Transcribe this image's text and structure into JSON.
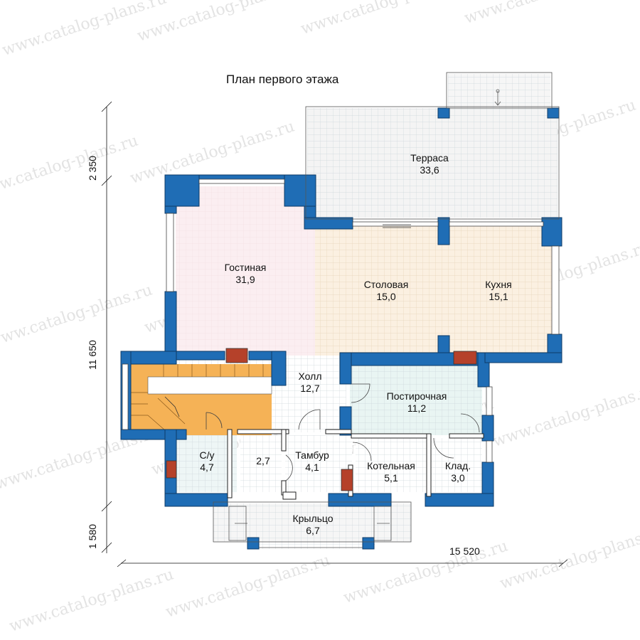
{
  "title": "План первого этажа",
  "watermark_text": "www.catalog-plans.ru",
  "rooms": [
    {
      "id": "terrace",
      "name": "Терраса",
      "area": "33,6"
    },
    {
      "id": "living",
      "name": "Гостиная",
      "area": "31,9"
    },
    {
      "id": "dining",
      "name": "Столовая",
      "area": "15,0"
    },
    {
      "id": "kitchen",
      "name": "Кухня",
      "area": "15,1"
    },
    {
      "id": "hall",
      "name": "Холл",
      "area": "12,7"
    },
    {
      "id": "laundry",
      "name": "Постирочная",
      "area": "11,2"
    },
    {
      "id": "bathroom",
      "name": "С/у",
      "area": "4,7"
    },
    {
      "id": "small_room",
      "name": "",
      "area": "2,7"
    },
    {
      "id": "vestibule",
      "name": "Тамбур",
      "area": "4,1"
    },
    {
      "id": "boiler",
      "name": "Котельная",
      "area": "5,1"
    },
    {
      "id": "storage",
      "name": "Клад.",
      "area": "3,0"
    },
    {
      "id": "porch",
      "name": "Крыльцо",
      "area": "6,7"
    }
  ],
  "dimensions": {
    "left_top": "2 350",
    "left_middle": "11 650",
    "left_bottom": "1 580",
    "bottom": "15 520"
  },
  "colors": {
    "wall": "#1f6db5",
    "wall_edge": "#0d3a66",
    "living": "#fbeef1",
    "dining_kitchen": "#fbf0e1",
    "terrace": "#f4f4f4",
    "laundry": "#e9f5f3",
    "stairs": "#f5b256",
    "stove": "#b5412a",
    "grid": "#cfd8dc"
  }
}
